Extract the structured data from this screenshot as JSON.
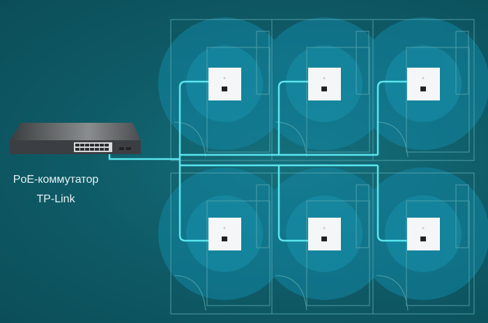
{
  "caption": {
    "line1": "PoE-коммутатор",
    "line2": "TP-Link"
  },
  "colors": {
    "background": "#0e5a66",
    "cable": "#5ce6ee",
    "coverage": "#1386a3",
    "floorplan": "#4f9ea6",
    "ap": "#f4f6f7"
  },
  "access_point_count": 6
}
